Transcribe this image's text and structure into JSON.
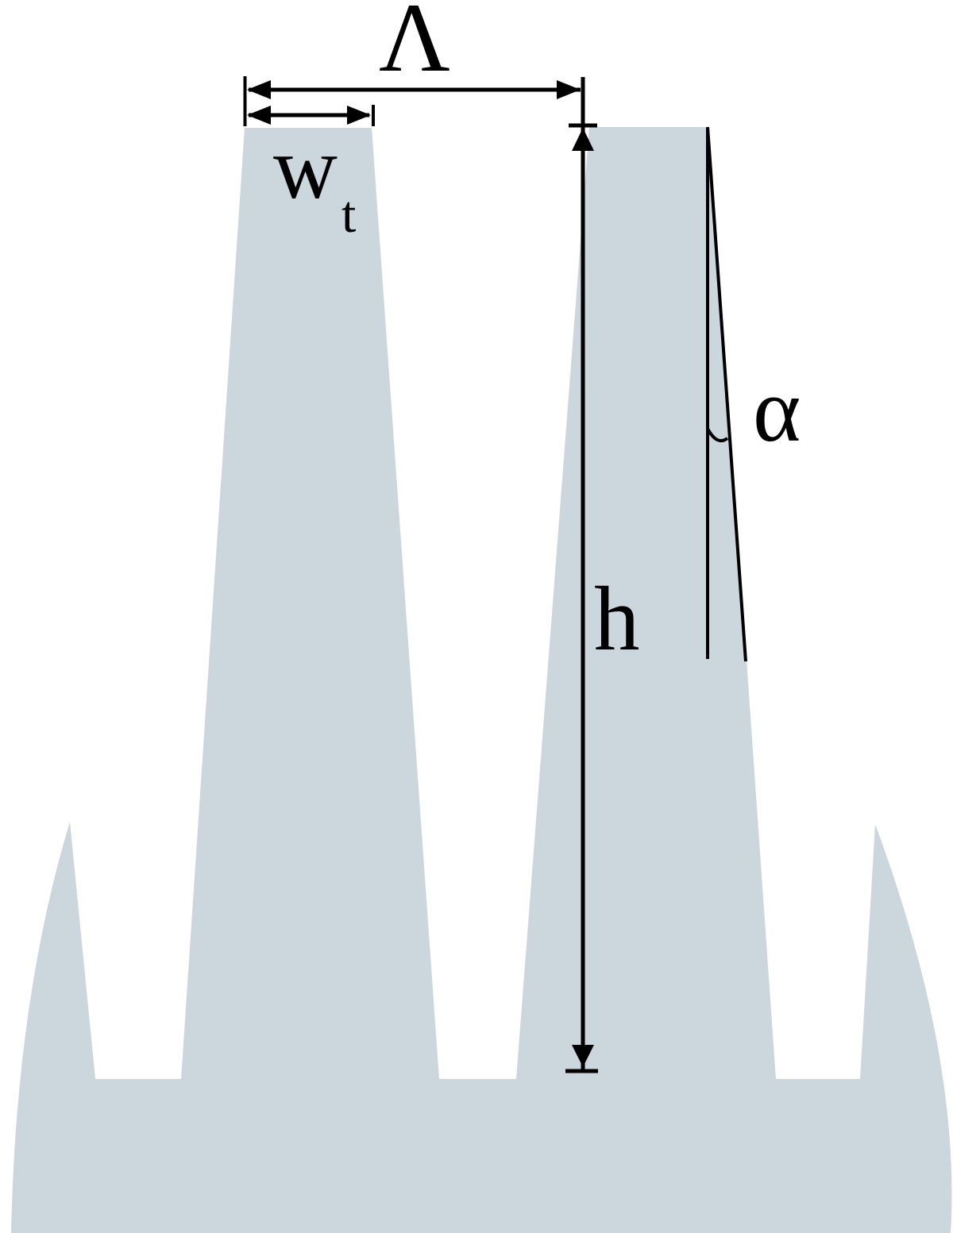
{
  "diagram": {
    "labels": {
      "period": "Λ",
      "top_width": "w",
      "top_width_subscript": "t",
      "height": "h",
      "sidewall_angle": "α"
    },
    "colors": {
      "structure_fill": "#ccd6dd",
      "annotation": "#000000",
      "background": "#ffffff"
    }
  }
}
